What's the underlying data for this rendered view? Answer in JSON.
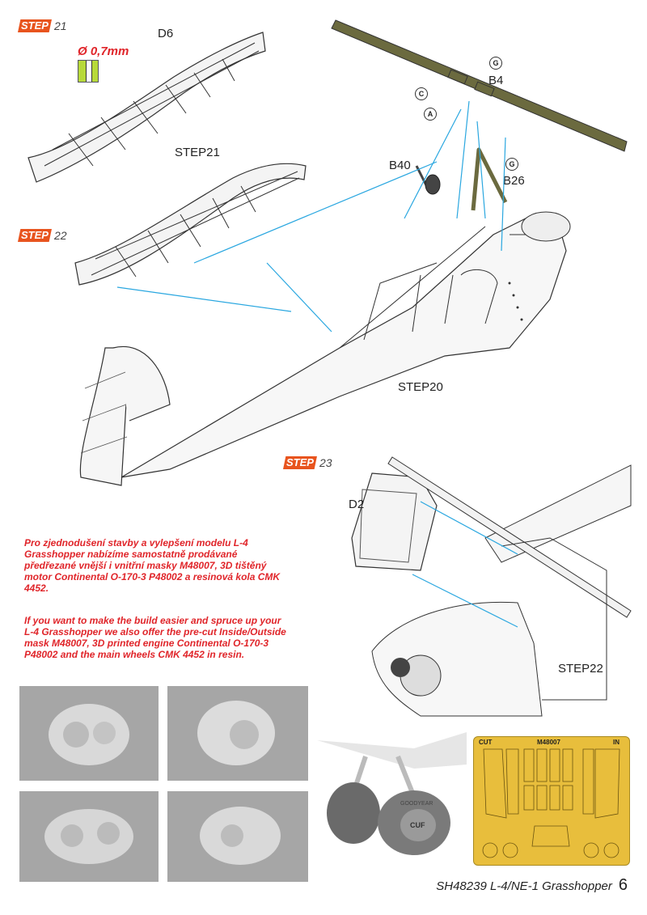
{
  "steps": {
    "step21": {
      "tag": "STEP",
      "num": "21"
    },
    "step22": {
      "tag": "STEP",
      "num": "22"
    },
    "step23": {
      "tag": "STEP",
      "num": "23"
    }
  },
  "parts": {
    "d6": "D6",
    "drill": "Ø 0,7mm",
    "step21_label": "STEP21",
    "b40": "B40",
    "b4": "B4",
    "b26": "B26",
    "step20_label": "STEP20",
    "d2": "D2",
    "step22_label": "STEP22"
  },
  "glue_markers": {
    "c": "C",
    "a": "A",
    "g1": "G",
    "g2": "G"
  },
  "promo": {
    "czech": "Pro zjednodušení stavby a vylepšení modelu L-4 Grasshopper nabízíme samostatně prodávané předřezané vnější i vnitřní masky M48007, 3D tištěný motor Continental O-170-3 P48002 a resinová kola CMK 4452.",
    "english": "If you want to make the build easier and spruce up your L-4 Grasshopper we also offer the pre-cut Inside/Outside mask M48007, 3D printed engine Continental O-170-3 P48002 and the main wheels CMK 4452 in resin."
  },
  "mask_sheet": {
    "cut": "CUT",
    "code": "M48007",
    "in": "IN"
  },
  "wheel_text": {
    "brand": "GOODYEAR",
    "logo": "CUF"
  },
  "footer": {
    "code": "SH48239 L-4/NE-1 Grasshopper",
    "page": "6"
  },
  "colors": {
    "step_badge": "#e8541e",
    "promo_text": "#e0252a",
    "arrow": "#2aa7e0",
    "wing_bar": "#6b6a3f",
    "mask_sheet": "#e8be3c",
    "photo_bg": "#a6a6a6"
  }
}
